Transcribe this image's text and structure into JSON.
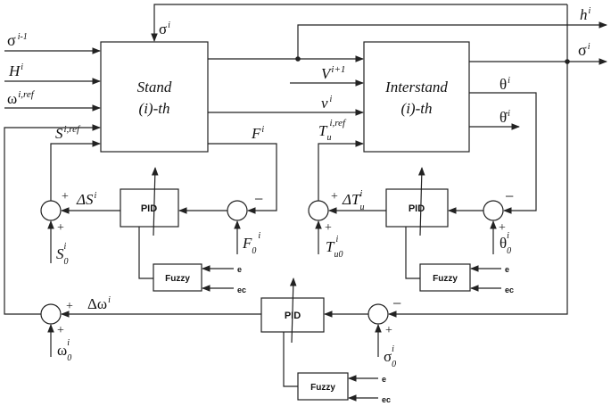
{
  "blocks": {
    "stand": {
      "line1": "Stand",
      "line2": "(i)-th"
    },
    "interstand": {
      "line1": "Interstand",
      "line2": "(i)-th"
    },
    "pid_label": "PID",
    "fuzzy_label": "Fuzzy",
    "fuzzy_in_e": "e",
    "fuzzy_in_ec": "ec"
  },
  "inputs": {
    "sigma_prev": {
      "base": "σ",
      "sup": "i-1"
    },
    "H": {
      "base": "H",
      "sup": "i"
    },
    "omega_ref": {
      "base": "ω",
      "sup": "i,ref"
    },
    "V_next": {
      "base": "V",
      "sup": "i+1"
    }
  },
  "signals": {
    "sigma_top": {
      "base": "σ",
      "sup": "i"
    },
    "h_out": {
      "base": "h",
      "sup": "i"
    },
    "sigma_out": {
      "base": "σ",
      "sup": "i"
    },
    "v": {
      "base": "v",
      "sup": "i"
    },
    "S_ref": {
      "base": "S",
      "sup": "i,ref"
    },
    "F": {
      "base": "F",
      "sup": "i"
    },
    "Tu_ref": {
      "base": "T",
      "sub": "u",
      "sup": "i,ref"
    },
    "theta": {
      "base": "θ",
      "sup": "i"
    },
    "theta_dot": {
      "base": "θ̇",
      "sup": "i"
    },
    "delta_S": {
      "base": "ΔS",
      "sup": "i"
    },
    "delta_Tu": {
      "base": "ΔT",
      "sub": "u",
      "sup": "i"
    },
    "delta_omega": {
      "base": "Δω",
      "sup": "i"
    }
  },
  "setpoints": {
    "S0": {
      "base": "S",
      "sub": "0",
      "sup": "i"
    },
    "F0": {
      "base": "F",
      "sub": "0",
      "sup": "i"
    },
    "Tu0": {
      "base": "T",
      "sub": "u0",
      "sup": "i"
    },
    "theta0": {
      "base": "θ",
      "sub": "0",
      "sup": "i"
    },
    "omega0": {
      "base": "ω",
      "sub": "0",
      "sup": "i"
    },
    "sigma0": {
      "base": "σ",
      "sub": "0",
      "sup": "i"
    }
  },
  "signs": {
    "plus": "+",
    "minus": "−"
  }
}
